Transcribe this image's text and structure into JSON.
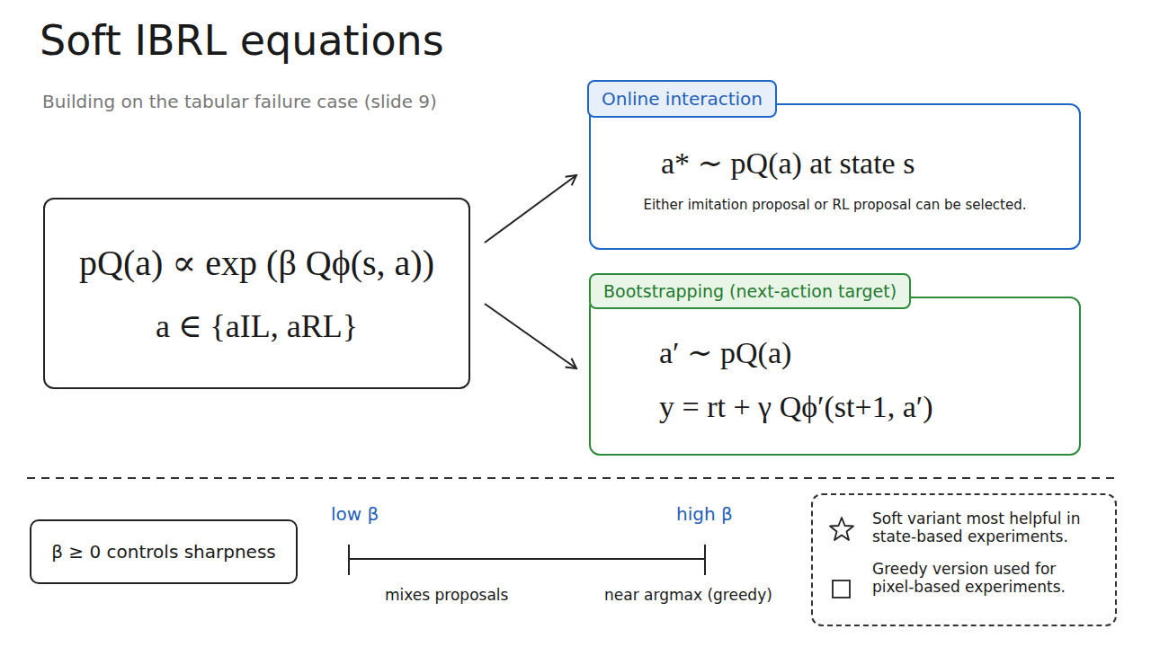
{
  "diagram": {
    "title": "Soft IBRL equations",
    "caption": "Building on the tabular failure case (slide 9)",
    "nodes": [
      {
        "text": [
          "pQ(a) ∝ exp (β Qϕ(s, a))",
          "a ∈ {aIL, aRL}"
        ]
      },
      {
        "text": [
          "Online interaction",
          "a* ∼ pQ(a)   at state s",
          "Either imitation proposal or RL proposal can be selected."
        ]
      },
      {
        "text": [
          "Bootstrapping (next-action target)",
          "a′ ∼ pQ(a)",
          "y = rt + γ Qϕ′(st+1, a′)"
        ]
      },
      {
        "text": [
          "β ≥ 0 controls sharpness"
        ]
      },
      {
        "text": [
          "Soft variant most helpful in state-based experiments.",
          "Greedy version used for pixel-based experiments."
        ]
      }
    ],
    "edges": [
      {
        "from": 0,
        "to": 1,
        "arrow": "to"
      },
      {
        "from": 0,
        "to": 2,
        "arrow": "to"
      }
    ],
    "labels": [
      "low β",
      "high β",
      "mixes proposals",
      "near argmax (greedy)"
    ]
  }
}
